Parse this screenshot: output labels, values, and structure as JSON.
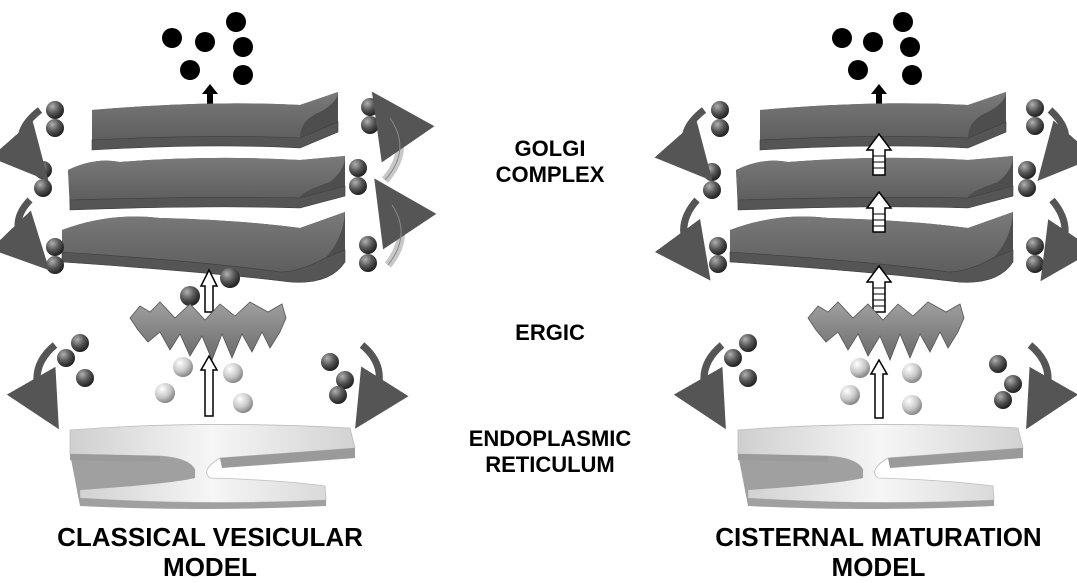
{
  "labels": {
    "golgi_line1": "GOLGI",
    "golgi_line2": "COMPLEX",
    "ergic": "ERGIC",
    "er_line1": "ENDOPLASMIC",
    "er_line2": "RETICULUM"
  },
  "models": [
    {
      "caption_line1": "CLASSICAL VESICULAR",
      "caption_line2": "MODEL"
    },
    {
      "caption_line1": "CISTERNAL MATURATION",
      "caption_line2": "MODEL"
    }
  ],
  "colors": {
    "cisterna_top": "#6d6d6d",
    "cisterna_side": "#555555",
    "vesicle_dark": "#5a5a5a",
    "cargo": "#000000",
    "er_top": "#e6e6e6",
    "er_side": "#9a9a9a",
    "ergic": "#8a8a8a"
  }
}
